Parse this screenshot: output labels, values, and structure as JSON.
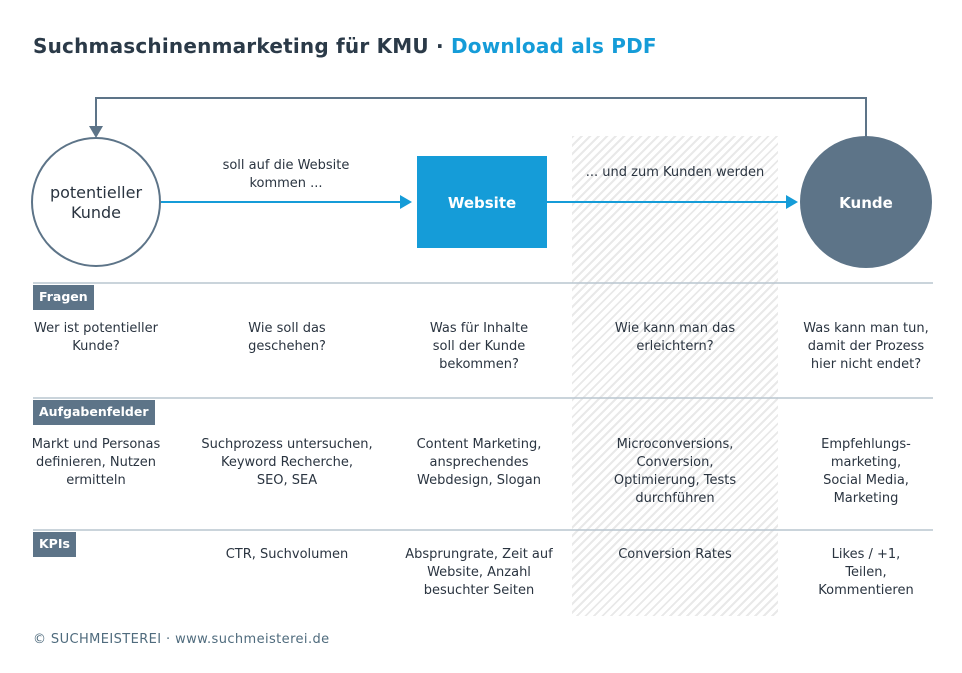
{
  "title": {
    "main": "Suchmaschinenmarketing für KMU",
    "separator": " · ",
    "link": "Download als PDF"
  },
  "nodes": {
    "start_line1": "potentieller",
    "start_line2": "Kunde",
    "website": "Website",
    "end": "Kunde"
  },
  "edges": {
    "to_website_line1": "soll auf die Website",
    "to_website_line2": "kommen ...",
    "to_customer": "... und zum Kunden werden"
  },
  "sections": {
    "fragen": {
      "label": "Fragen",
      "items": [
        [
          "Wer ist potentieller",
          "Kunde?"
        ],
        [
          "Wie soll das",
          "geschehen?"
        ],
        [
          "Was für Inhalte",
          "soll der Kunde",
          "bekommen?"
        ],
        [
          "Wie kann man das",
          "erleichtern?"
        ],
        [
          "Was kann man tun,",
          "damit der Prozess",
          "hier nicht endet?"
        ]
      ]
    },
    "aufgaben": {
      "label": "Aufgabenfelder",
      "items": [
        [
          "Markt und Personas",
          "definieren, Nutzen",
          "ermitteln"
        ],
        [
          "Suchprozess untersuchen,",
          "Keyword Recherche,",
          "SEO, SEA"
        ],
        [
          "Content Marketing,",
          "ansprechendes",
          "Webdesign, Slogan"
        ],
        [
          "Microconversions,",
          "Conversion,",
          "Optimierung, Tests",
          "durchführen"
        ],
        [
          "Empfehlungs-",
          "marketing,",
          "Social Media,",
          "Marketing"
        ]
      ]
    },
    "kpis": {
      "label": "KPIs",
      "items": [
        [],
        [
          "CTR, Suchvolumen"
        ],
        [
          "Absprungrate, Zeit auf",
          "Website, Anzahl",
          "besuchter Seiten"
        ],
        [
          "Conversion Rates"
        ],
        [
          "Likes / +1,",
          "Teilen,",
          "Kommentieren"
        ]
      ]
    }
  },
  "footer": "© SUCHMEISTEREI · www.suchmeisterei.de",
  "colors": {
    "accent": "#159cd8",
    "dark_node": "#5d7488",
    "line": "#5d7488",
    "arrow_blue": "#159cd8"
  }
}
